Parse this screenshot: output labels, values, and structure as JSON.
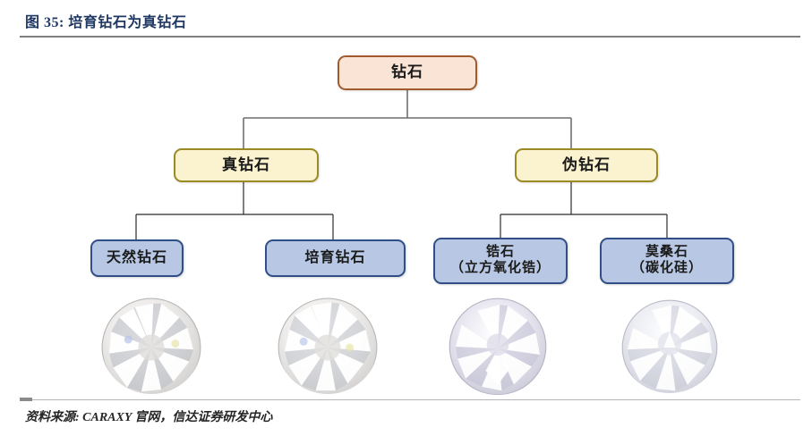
{
  "header": {
    "title": "图 35: 培育钻石为真钻石"
  },
  "footer": {
    "source": "资料来源: CARAXY 官网，信达证券研发中心"
  },
  "chart_data": {
    "type": "diagram",
    "title": "图 35: 培育钻石为真钻石",
    "layout": "tree",
    "levels": 3,
    "nodes": [
      {
        "id": "root",
        "label": "钻石",
        "level": 0,
        "parent": null,
        "fill": "#fae4d6",
        "border": "#a15a2d"
      },
      {
        "id": "real",
        "label": "真钻石",
        "level": 1,
        "parent": "root",
        "fill": "#fbf3cf",
        "border": "#9a8a23"
      },
      {
        "id": "fake",
        "label": "伪钻石",
        "level": 1,
        "parent": "root",
        "fill": "#fbf3cf",
        "border": "#9a8a23"
      },
      {
        "id": "natural",
        "label": "天然钻石",
        "level": 2,
        "parent": "real",
        "fill": "#b7c7e4",
        "border": "#2f4f86"
      },
      {
        "id": "labgrown",
        "label": "培育钻石",
        "level": 2,
        "parent": "real",
        "fill": "#b7c7e4",
        "border": "#2f4f86"
      },
      {
        "id": "zircon",
        "label": "锆石\n（立方氧化锆）",
        "level": 2,
        "parent": "fake",
        "fill": "#b7c7e4",
        "border": "#2f4f86"
      },
      {
        "id": "moissanite",
        "label": "莫桑石\n（碳化硅）",
        "level": 2,
        "parent": "fake",
        "fill": "#b7c7e4",
        "border": "#2f4f86"
      }
    ],
    "edges": [
      {
        "from": "root",
        "to": "real"
      },
      {
        "from": "root",
        "to": "fake"
      },
      {
        "from": "real",
        "to": "natural"
      },
      {
        "from": "real",
        "to": "labgrown"
      },
      {
        "from": "fake",
        "to": "zircon"
      },
      {
        "from": "fake",
        "to": "moissanite"
      }
    ],
    "photos": [
      {
        "id": "photo-natural",
        "for": "natural",
        "caption": "",
        "tint": "#f4f4f2"
      },
      {
        "id": "photo-labgrown",
        "for": "labgrown",
        "caption": "",
        "tint": "#f3f3f1"
      },
      {
        "id": "photo-zircon",
        "for": "zircon",
        "caption": "",
        "tint": "#eaeaf3"
      },
      {
        "id": "photo-moissanite",
        "for": "moissanite",
        "caption": "",
        "tint": "#eff0f5"
      }
    ],
    "colors": {
      "root_fill": "#fae4d6",
      "root_border": "#a15a2d",
      "mid_fill": "#fbf3cf",
      "mid_border": "#9a8a23",
      "leaf_fill": "#b7c7e4",
      "leaf_border": "#2f4f86",
      "connector_upper": "#6f6f6f",
      "connector_lower": "#2b2b2b",
      "title": "#1f3864",
      "rule": "#7f7f7f"
    }
  }
}
